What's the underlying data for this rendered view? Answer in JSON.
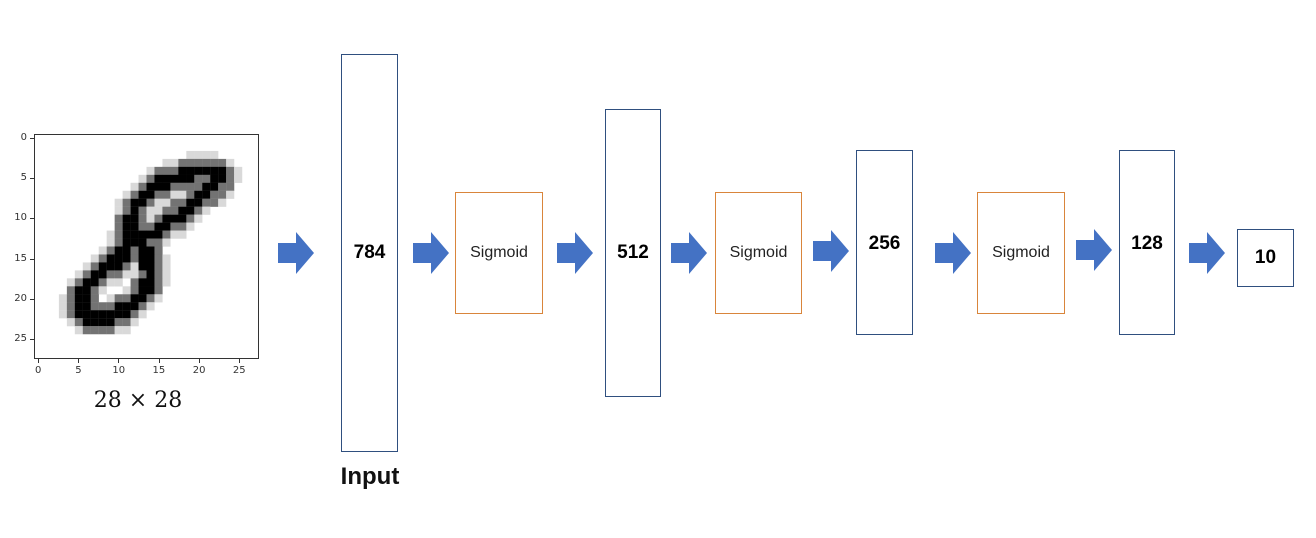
{
  "image_panel": {
    "x_ticks": [
      "0",
      "5",
      "10",
      "15",
      "20",
      "25"
    ],
    "y_ticks": [
      "0",
      "5",
      "10",
      "15",
      "20",
      "25"
    ],
    "caption": "28 × 28"
  },
  "layers": {
    "input": "784",
    "activation_1": "Sigmoid",
    "hidden_1": "512",
    "activation_2": "Sigmoid",
    "hidden_2": "256",
    "activation_3": "Sigmoid",
    "hidden_3": "128",
    "output": "10"
  },
  "input_label": "Input",
  "colors": {
    "arrow": "#4472c4",
    "layer_border": "#2f4f7f",
    "activation_border": "#d9853b"
  },
  "icons": {
    "arrow": "right-arrow-icon",
    "digit": "digit-eight-image"
  }
}
